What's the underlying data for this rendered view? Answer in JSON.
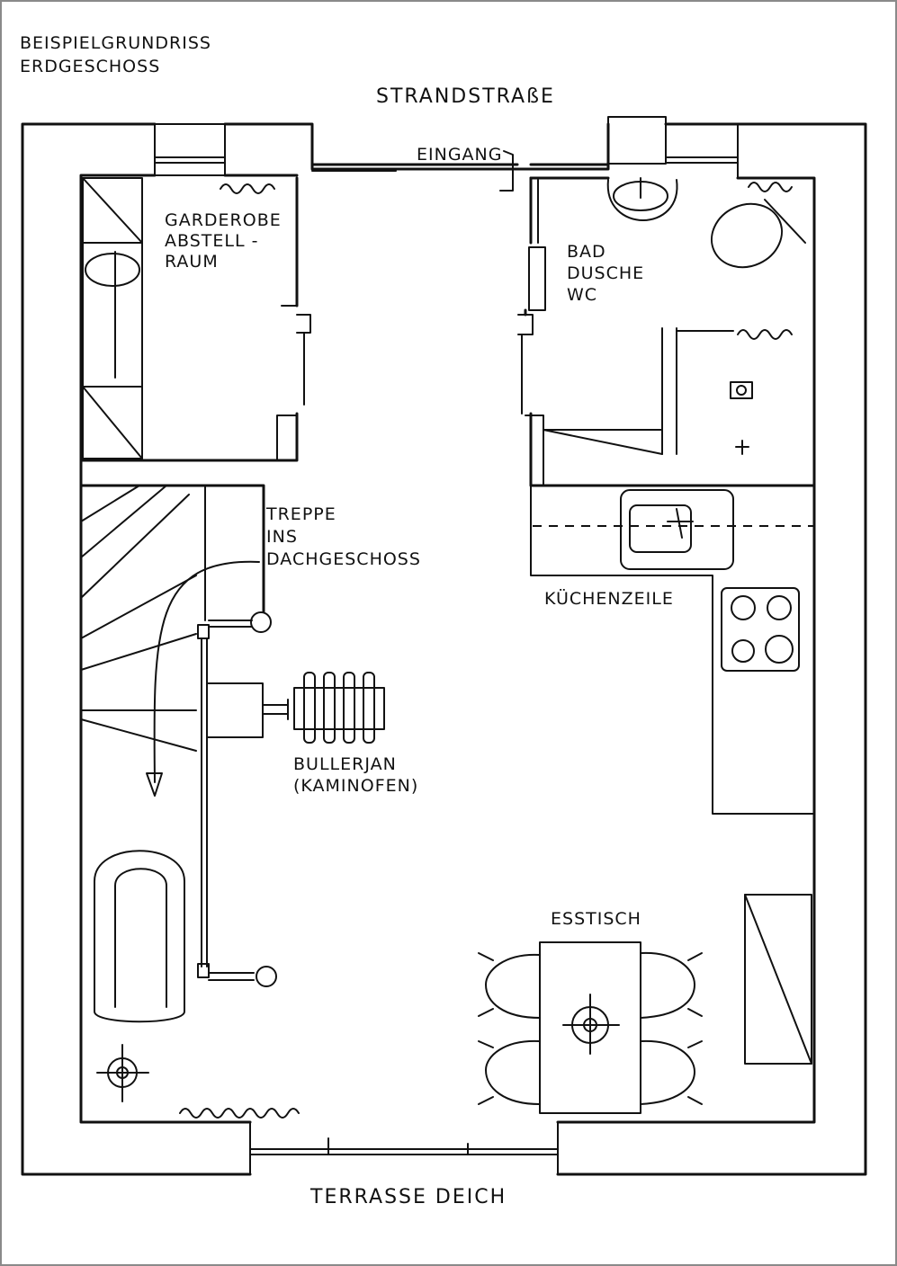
{
  "title": {
    "line1": "BEISPIELGRUNDRISS",
    "line2": "ERDGESCHOSS"
  },
  "streets": {
    "top": "STRANDSTRAßE",
    "bottom": "TERRASSE DEICH"
  },
  "rooms": {
    "entrance": "EINGANG",
    "wardrobe": [
      "GARDEROBE",
      "ABSTELL -",
      "RAUM"
    ],
    "bath": [
      "BAD",
      "DUSCHE",
      "WC"
    ],
    "stairs": [
      "TREPPE",
      "INS",
      "DACHGESCHOSS"
    ],
    "stove": [
      "BULLERJAN",
      "(KAMINOFEN)"
    ],
    "kitchen": "KÜCHENZEILE",
    "dining": "ESSTISCH"
  },
  "colors": {
    "ink": "#111111",
    "paper": "#ffffff",
    "frame": "#8a8a8a"
  }
}
